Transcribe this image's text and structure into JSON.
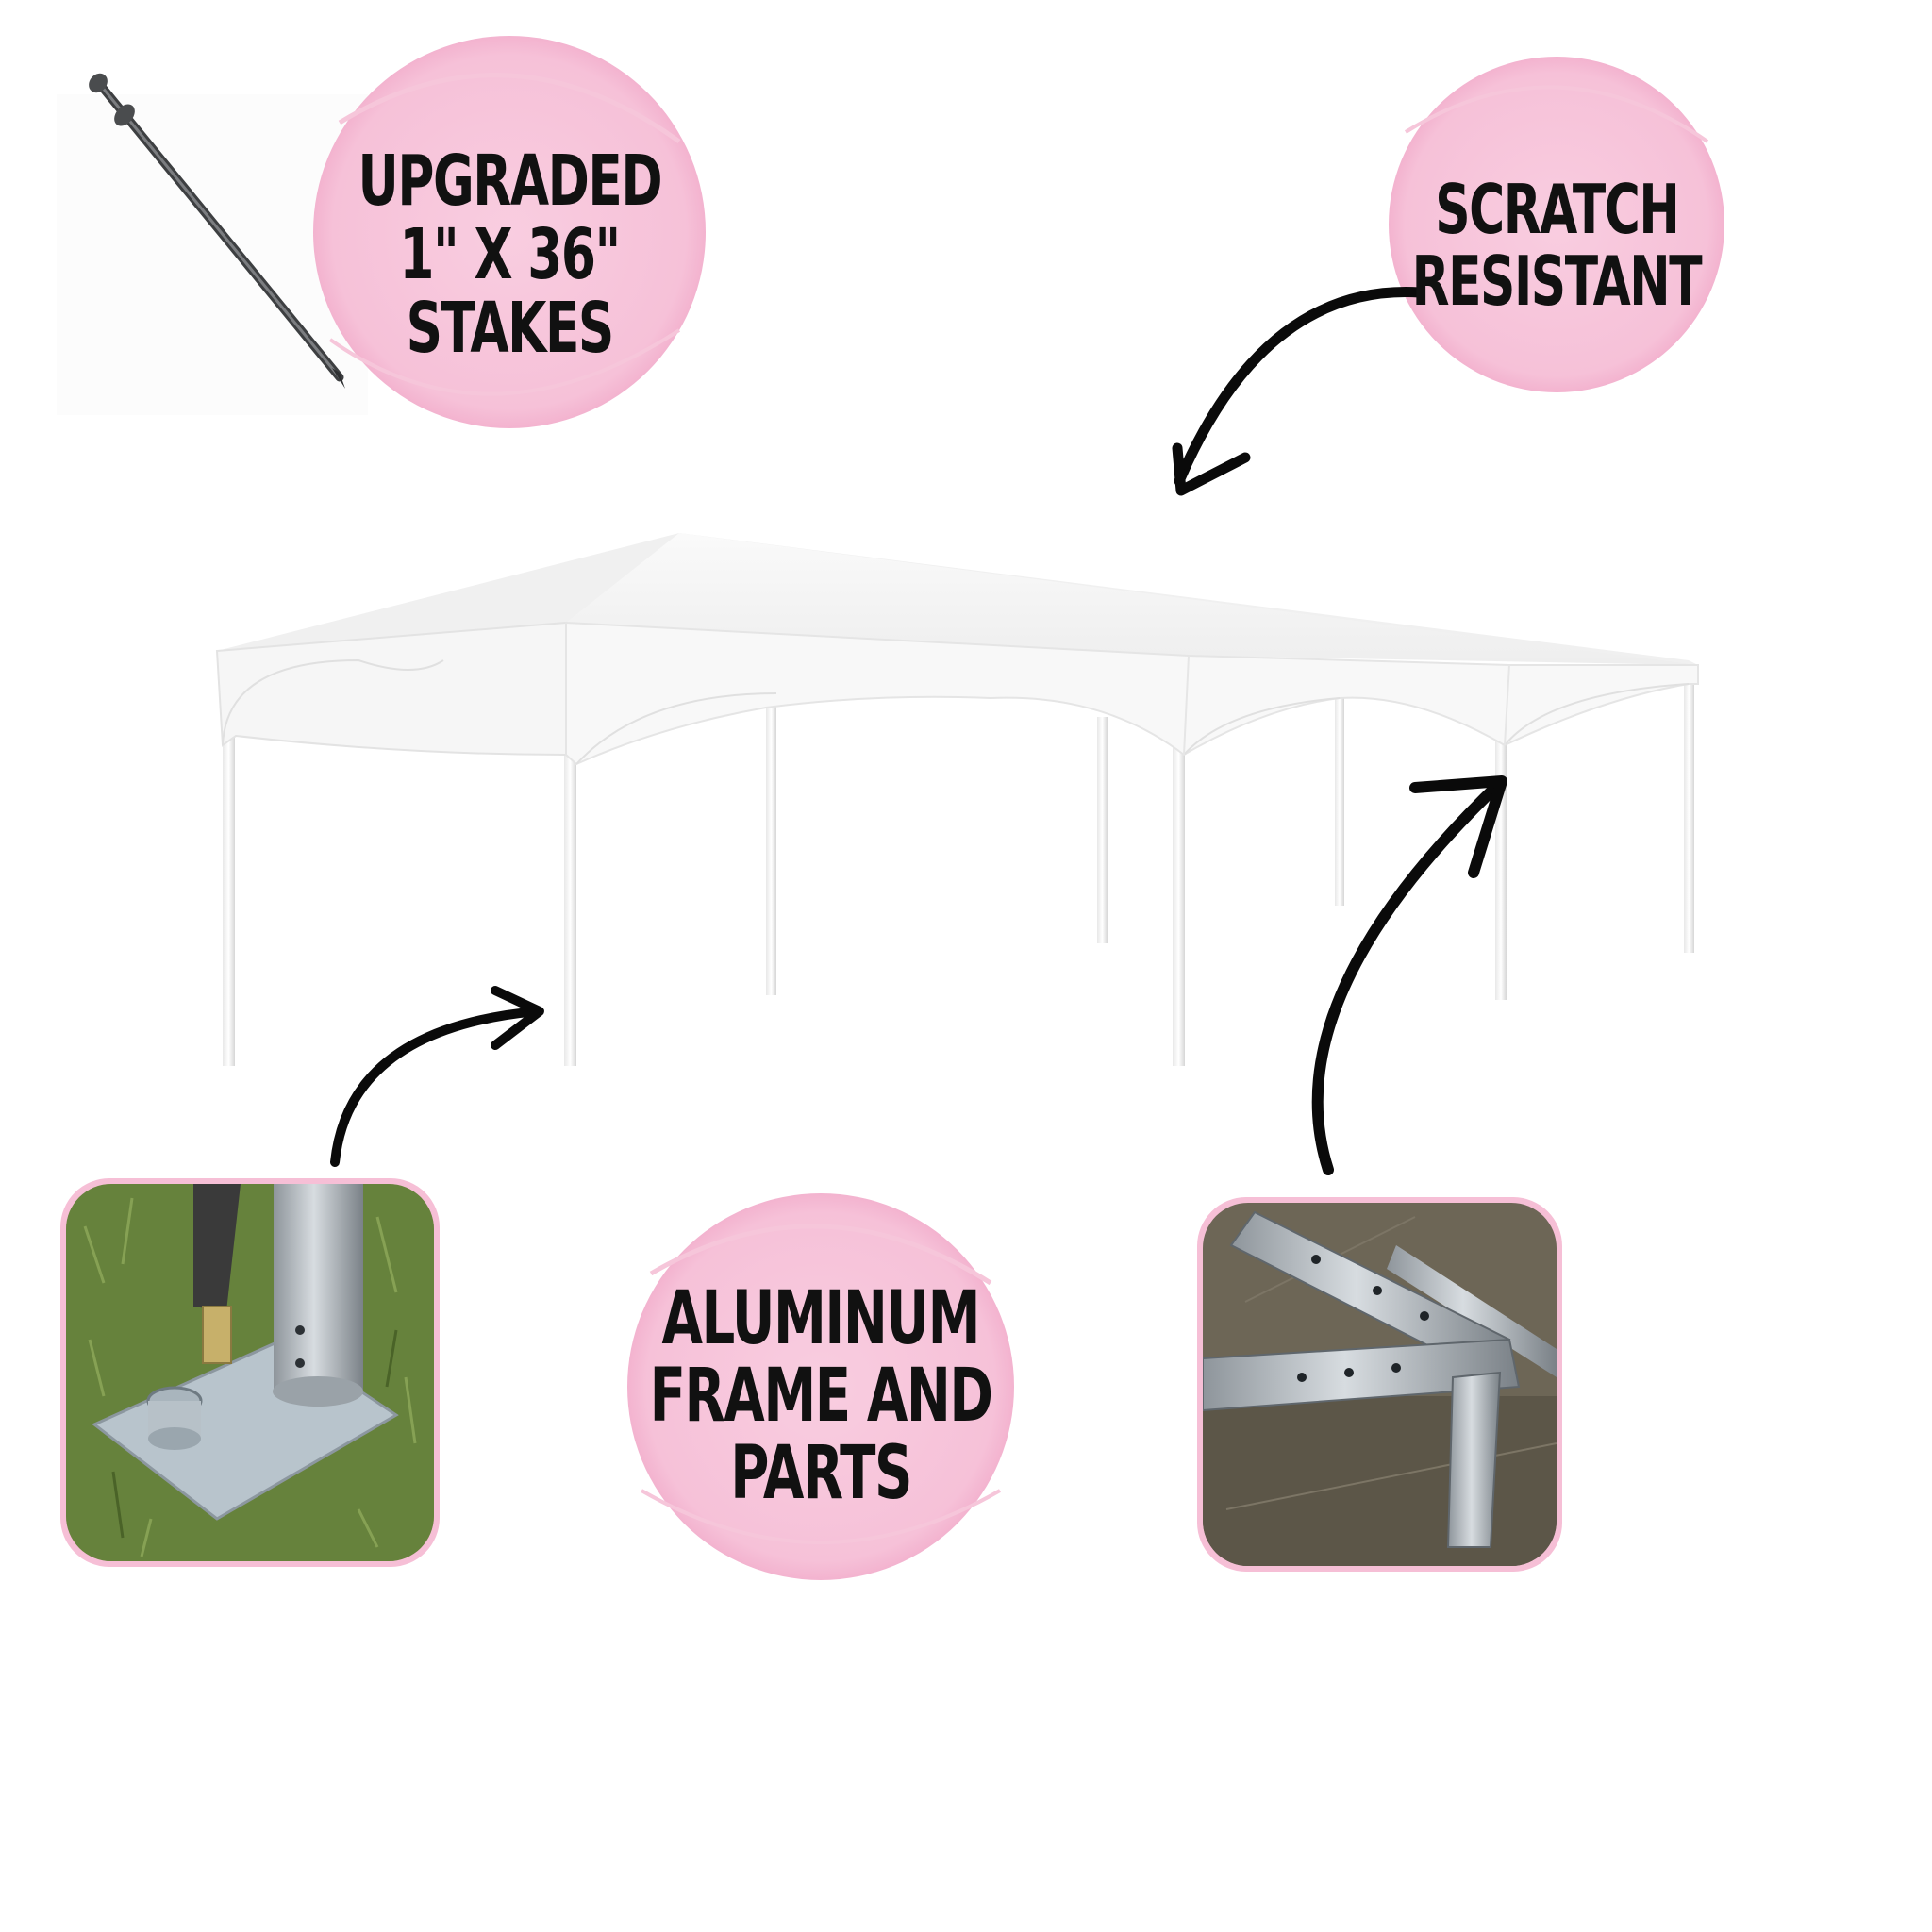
{
  "callouts": {
    "stakes": [
      "UPGRADED",
      "1\" X 36\"",
      "STAKES"
    ],
    "scratch": [
      "SCRATCH",
      "RESISTANT"
    ],
    "aluminum": [
      "ALUMINUM",
      "FRAME AND",
      "PARTS"
    ]
  },
  "colors": {
    "pink": "#f7c6dc",
    "pink_border": "#f3b6d1",
    "arrow": "#0a0a0a",
    "canopy": "#f4f4f4"
  },
  "icons": {
    "stake": "stake-icon",
    "tent": "frame-tent",
    "base_plate": "base-plate-photo",
    "frame_joint": "frame-joint-photo"
  }
}
